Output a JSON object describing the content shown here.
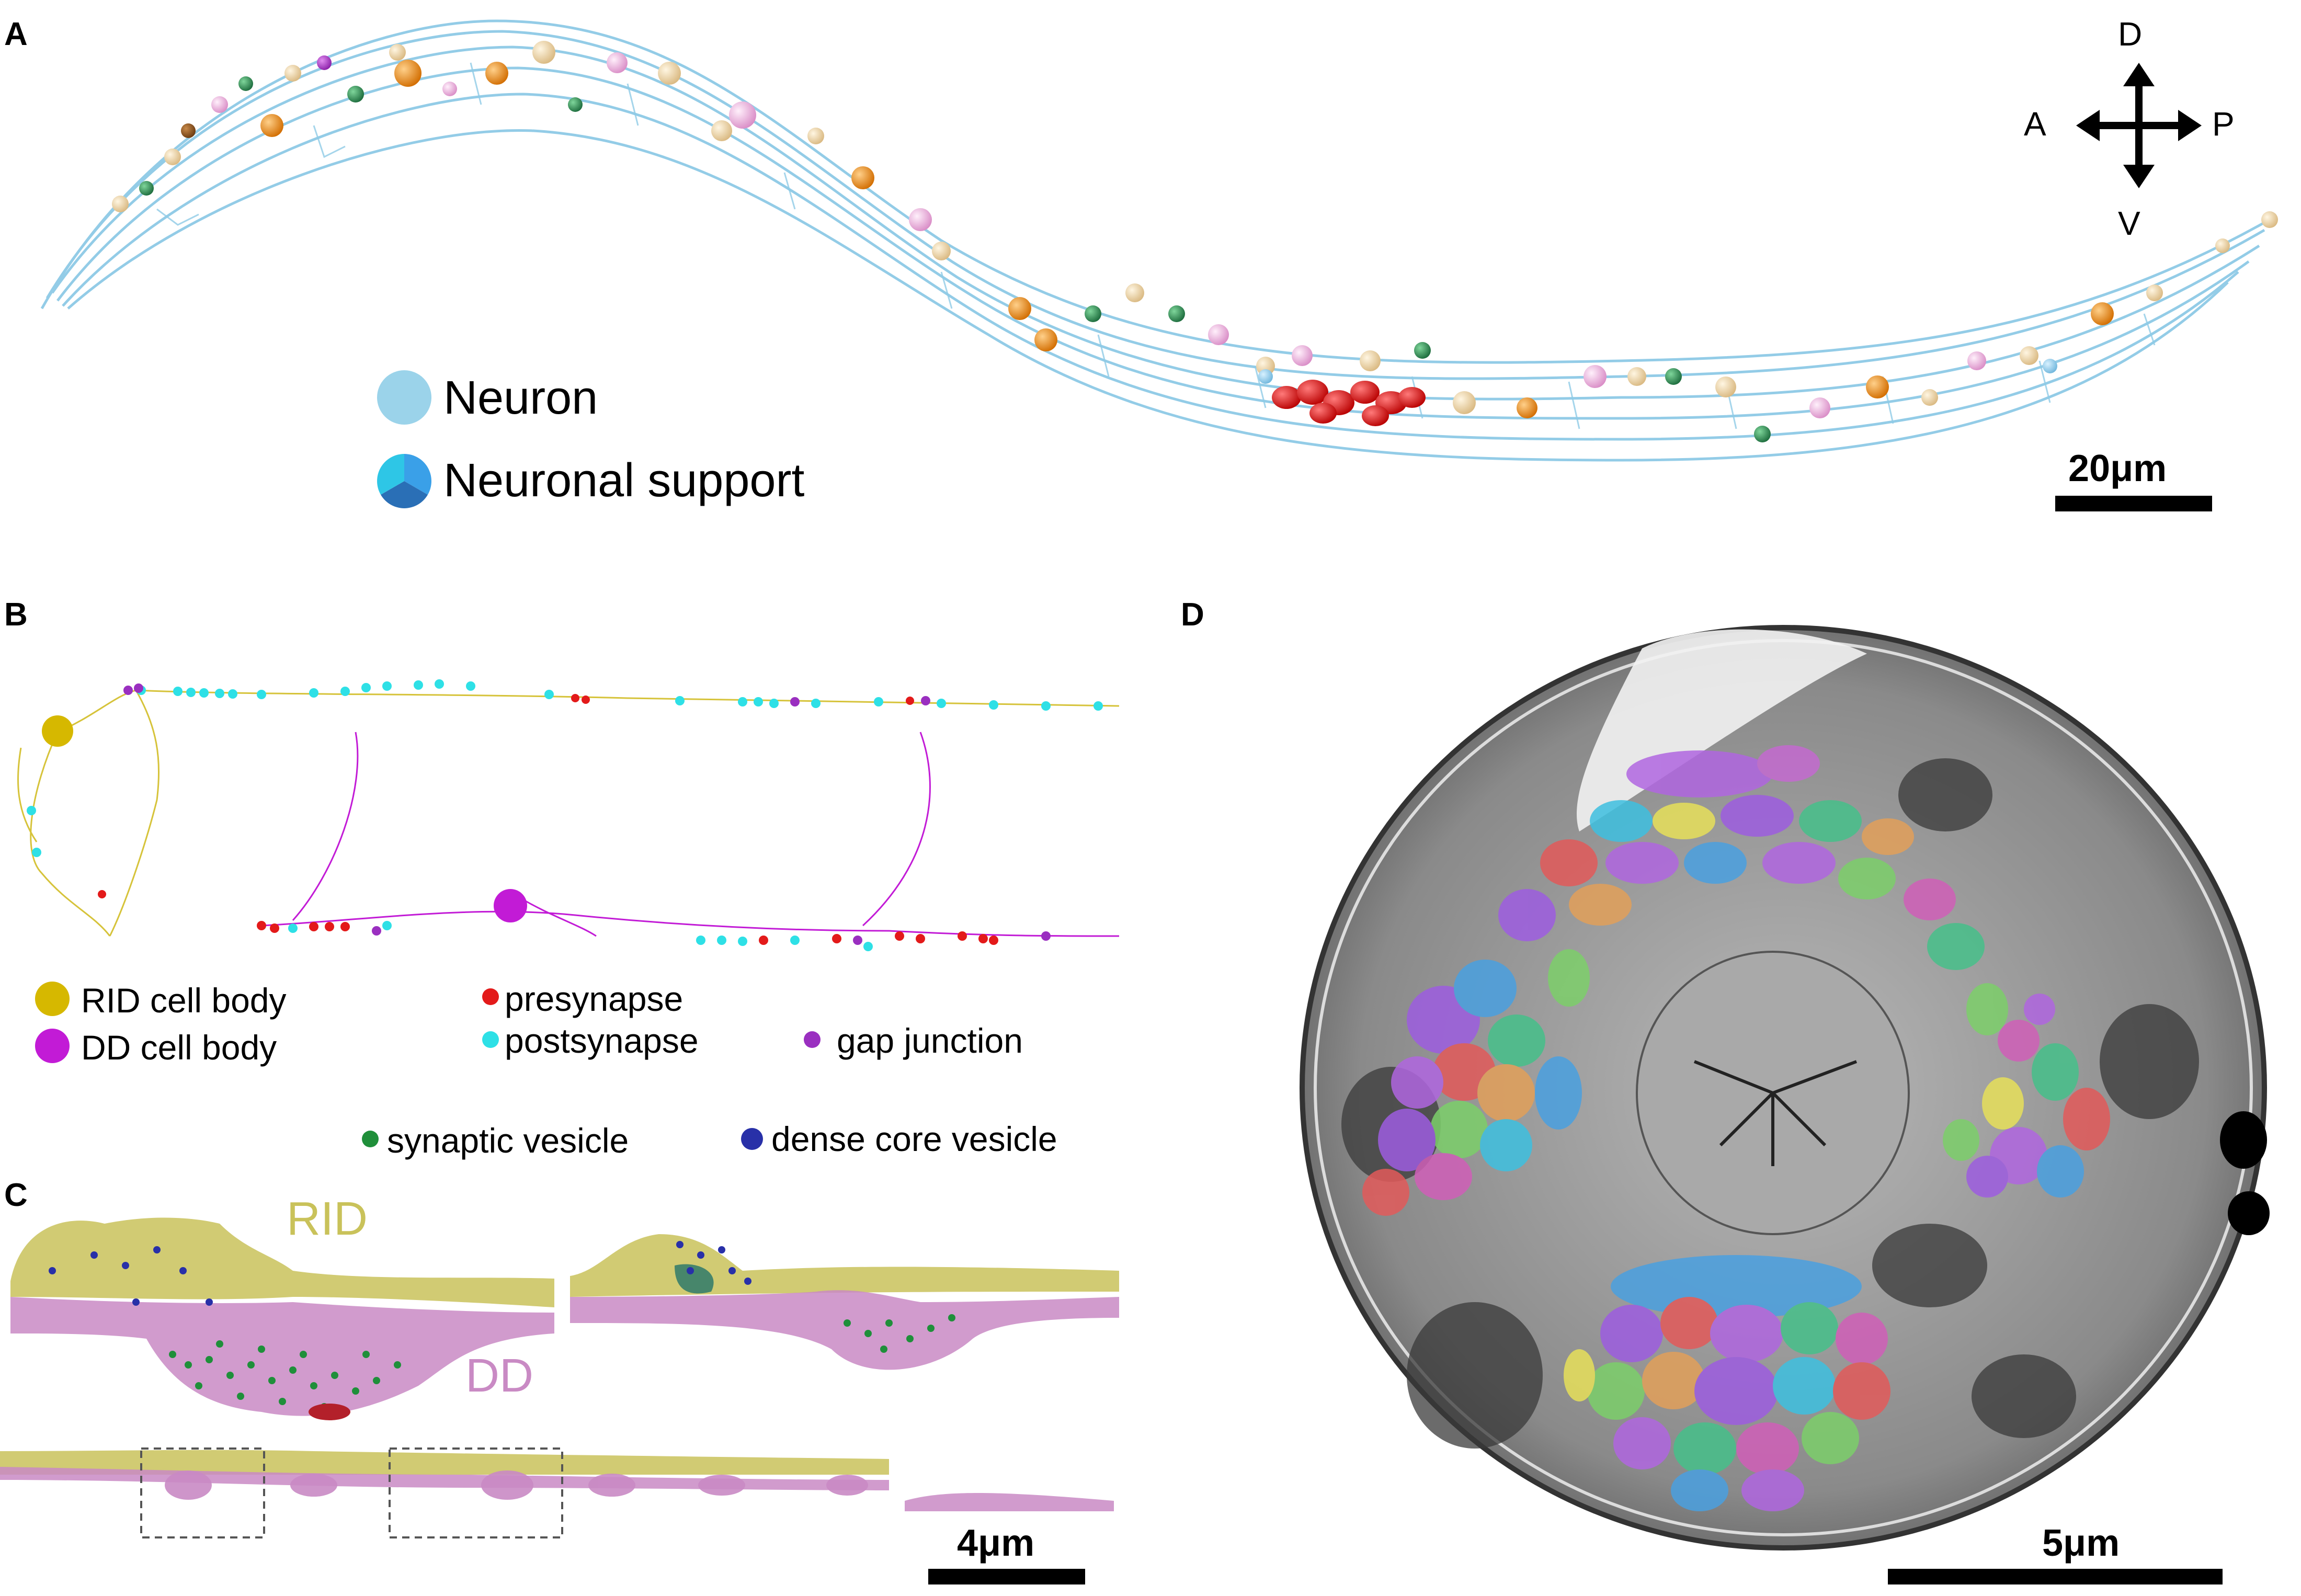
{
  "panels": {
    "A": {
      "letter": "A",
      "compass": {
        "up": "D",
        "down": "V",
        "left": "A",
        "right": "P"
      },
      "legend": [
        {
          "label": "Neuron",
          "color": "#9bd3ea"
        },
        {
          "label": "Neuronal support",
          "colors": [
            "#2ec6e6",
            "#2a6fb6",
            "#3aa0e8"
          ]
        }
      ],
      "scale_bar": "20μm",
      "colors": {
        "neurite": "#8ecae6",
        "neuron_pink": "#e8a9d6",
        "tan": "#e8cf9f",
        "green": "#2e8b57",
        "orange": "#f08c1c",
        "red": "#e01010"
      }
    },
    "B": {
      "letter": "B",
      "legend": [
        {
          "label": "RID cell body",
          "color": "#d6b800"
        },
        {
          "label": "DD cell body",
          "color": "#c21bd6"
        },
        {
          "label": "presynapse",
          "color": "#e31a1a"
        },
        {
          "label": "postsynapse",
          "color": "#2ee0e6"
        },
        {
          "label": "gap junction",
          "color": "#9a2fc0"
        },
        {
          "label": "synaptic vesicle",
          "color": "#1f8f3a"
        },
        {
          "label": "dense core vesicle",
          "color": "#2830a8"
        }
      ]
    },
    "C": {
      "letter": "C",
      "labels": {
        "rid": "RID",
        "dd": "DD"
      },
      "scale_bar": "4μm",
      "colors": {
        "rid": "#c9c25a",
        "dd": "#c98ac4"
      }
    },
    "D": {
      "letter": "D",
      "scale_bar": "5μm"
    }
  }
}
